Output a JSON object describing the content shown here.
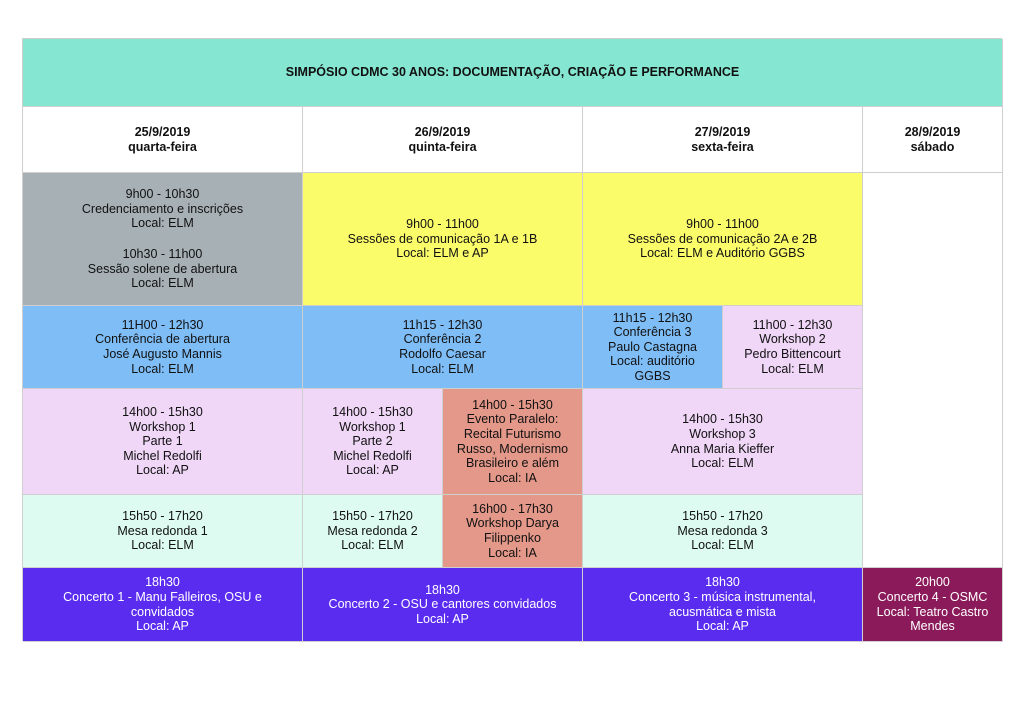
{
  "title": "SIMPÓSIO CDMC 30 ANOS: DOCUMENTAÇÃO, CRIAÇÃO E PERFORMANCE",
  "days": [
    {
      "date": "25/9/2019",
      "weekday": "quarta-feira"
    },
    {
      "date": "26/9/2019",
      "weekday": "quinta-feira"
    },
    {
      "date": "27/9/2019",
      "weekday": "sexta-feira"
    },
    {
      "date": "28/9/2019",
      "weekday": "sábado"
    }
  ],
  "colors": {
    "title": "#85e6d2",
    "grey": "#a7b0b5",
    "yellow": "#fbfc6a",
    "blue": "#7fbdf7",
    "pink": "#f0d6f7",
    "mint": "#ddfbf0",
    "salmon": "#e4988a",
    "violet": "#5a2cf0",
    "wine": "#8b1a5a"
  },
  "events": {
    "opening": {
      "a_time": "9h00 - 10h30",
      "a_name": "Credenciamento e inscrições",
      "a_local": "Local: ELM",
      "b_time": "10h30 - 11h00",
      "b_name": "Sessão solene de abertura",
      "b_local": "Local: ELM"
    },
    "sessions_1": {
      "time": "9h00 - 11h00",
      "name": "Sessões de comunicação 1A e 1B",
      "local": "Local: ELM e AP"
    },
    "sessions_2": {
      "time": "9h00 - 11h00",
      "name": "Sessões de comunicação 2A e 2B",
      "local": "Local: ELM e Auditório GGBS"
    },
    "conf_1": {
      "time": "11H00 - 12h30",
      "name": "Conferência de abertura",
      "person": "José Augusto Mannis",
      "local": "Local: ELM"
    },
    "conf_2": {
      "time": "11h15 - 12h30",
      "name": "Conferência 2",
      "person": "Rodolfo Caesar",
      "local": "Local: ELM"
    },
    "conf_3": {
      "time": "11h15 - 12h30",
      "name": "Conferência 3",
      "person": "Paulo Castagna",
      "local": "Local: auditório GGBS"
    },
    "workshop_2": {
      "time": "11h00 - 12h30",
      "name": "Workshop 2",
      "person": "Pedro Bittencourt",
      "local": "Local: ELM"
    },
    "workshop_1a": {
      "time": "14h00 - 15h30",
      "name": "Workshop 1",
      "part": "Parte 1",
      "person": "Michel Redolfi",
      "local": "Local: AP"
    },
    "workshop_1b": {
      "time": "14h00 - 15h30",
      "name": "Workshop 1",
      "part": "Parte 2",
      "person": "Michel Redolfi",
      "local": "Local: AP"
    },
    "parallel": {
      "time": "14h00 - 15h30",
      "name": "Evento Paralelo: Recital Futurismo Russo, Modernismo Brasileiro e além",
      "local": "Local: IA"
    },
    "workshop_3": {
      "time": "14h00 - 15h30",
      "name": "Workshop 3",
      "person": "Anna Maria Kieffer",
      "local": "Local: ELM"
    },
    "mesa_1": {
      "time": "15h50 - 17h20",
      "name": "Mesa redonda 1",
      "local": "Local: ELM"
    },
    "mesa_2": {
      "time": "15h50 - 17h20",
      "name": "Mesa redonda 2",
      "local": "Local: ELM"
    },
    "workshop_darya": {
      "time": "16h00 - 17h30",
      "name": "Workshop Darya Filippenko",
      "local": "Local: IA"
    },
    "mesa_3": {
      "time": "15h50 - 17h20",
      "name": "Mesa redonda 3",
      "local": "Local: ELM"
    },
    "concert_1": {
      "time": "18h30",
      "name": "Concerto 1 - Manu Falleiros, OSU e convidados",
      "local": "Local: AP"
    },
    "concert_2": {
      "time": "18h30",
      "name": "Concerto 2 - OSU e cantores convidados",
      "local": "Local: AP"
    },
    "concert_3": {
      "time": "18h30",
      "name": "Concerto 3 - música instrumental, acusmática e mista",
      "local": "Local: AP"
    },
    "concert_4": {
      "time": "20h00",
      "name": "Concerto 4 - OSMC",
      "local": "Local: Teatro Castro Mendes"
    }
  }
}
